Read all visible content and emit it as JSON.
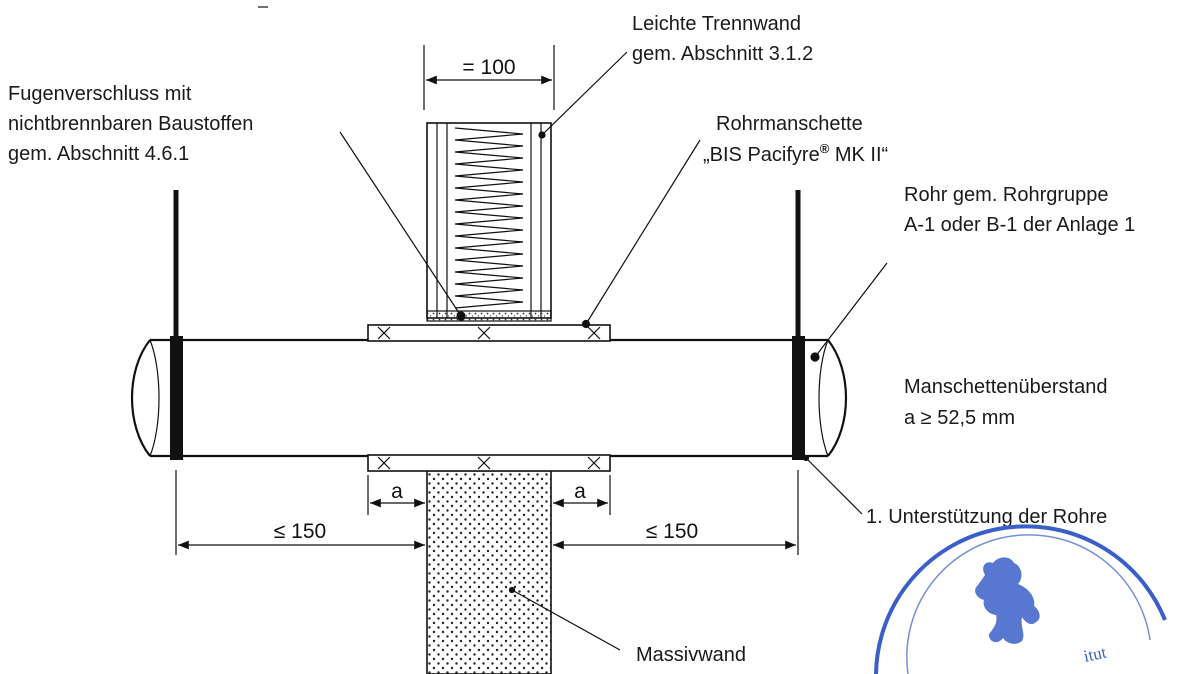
{
  "labels": {
    "trennwand_line1": "Leichte Trennwand",
    "trennwand_line2": "gem. Abschnitt 3.1.2",
    "fugen_line1": "Fugenverschluss mit",
    "fugen_line2": "nichtbrennbaren Baustoffen",
    "fugen_line3": "gem. Abschnitt 4.6.1",
    "manschette_line1": "Rohrmanschette",
    "manschette_line2_prefix": "„BIS Pacifyre",
    "manschette_line2_reg": "®",
    "manschette_line2_suffix": " MK II“",
    "rohr_line1": "Rohr gem. Rohrgruppe",
    "rohr_line2": "A-1 oder B-1 der Anlage 1",
    "ueberstand_line1": "Manschettenüberstand",
    "ueberstand_line2": "a ≥ 52,5 mm",
    "unterstuetzung": "1. Unterstützung der Rohre",
    "massivwand": "Massivwand",
    "dim_wall": "= 100",
    "dim_a_left": "a",
    "dim_a_right": "a",
    "dim_left": "≤ 150",
    "dim_right": "≤ 150"
  },
  "stamp": {
    "text": "itut",
    "color": "#3a5fc8"
  },
  "colors": {
    "ink": "#111111",
    "stamp_blue": "#3a5fc8"
  }
}
